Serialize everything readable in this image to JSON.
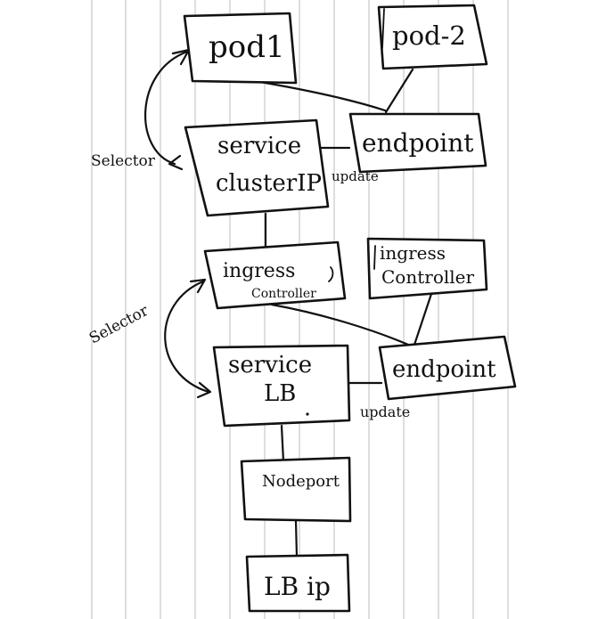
{
  "diagram": {
    "pod1": "pod1",
    "pod2": "pod-2",
    "endpoint_top": "endpoint",
    "service_cluster_line1": "service",
    "service_cluster_line2": "clusterIP",
    "update_top": "update",
    "selector_top": "Selector",
    "ingress_controller_left_line1": "ingress",
    "ingress_controller_left_line2": "Controller",
    "ingress_controller_right_line1": "ingress",
    "ingress_controller_right_line2": "Controller",
    "selector_bottom": "Selector",
    "service_lb_line1": "service",
    "service_lb_line2": "LB",
    "endpoint_bottom": "endpoint",
    "update_bottom": "update",
    "nodeport": "Nodeport",
    "lb_ip": "LB ip"
  }
}
